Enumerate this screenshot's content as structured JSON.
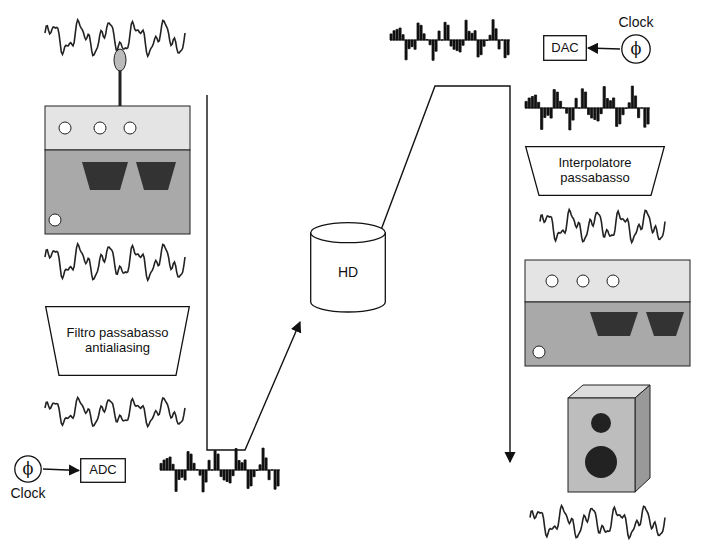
{
  "diagram": {
    "nodes": [
      {
        "text": [
          "Filtro passabasso antialiasing"
        ]
      },
      {
        "text": [
          "ϕ",
          "Clock"
        ]
      },
      {
        "text": [
          "ADC"
        ]
      },
      {
        "text": [
          "HD"
        ]
      },
      {
        "text": [
          "Clock",
          "ϕ"
        ]
      },
      {
        "text": [
          "DAC"
        ]
      },
      {
        "text": [
          "Interpolatore passabasso"
        ]
      }
    ],
    "edges": [
      {
        "from": 1,
        "to": 2,
        "arrow": "to"
      },
      {
        "from": 4,
        "to": 5,
        "arrow": "to"
      }
    ]
  }
}
